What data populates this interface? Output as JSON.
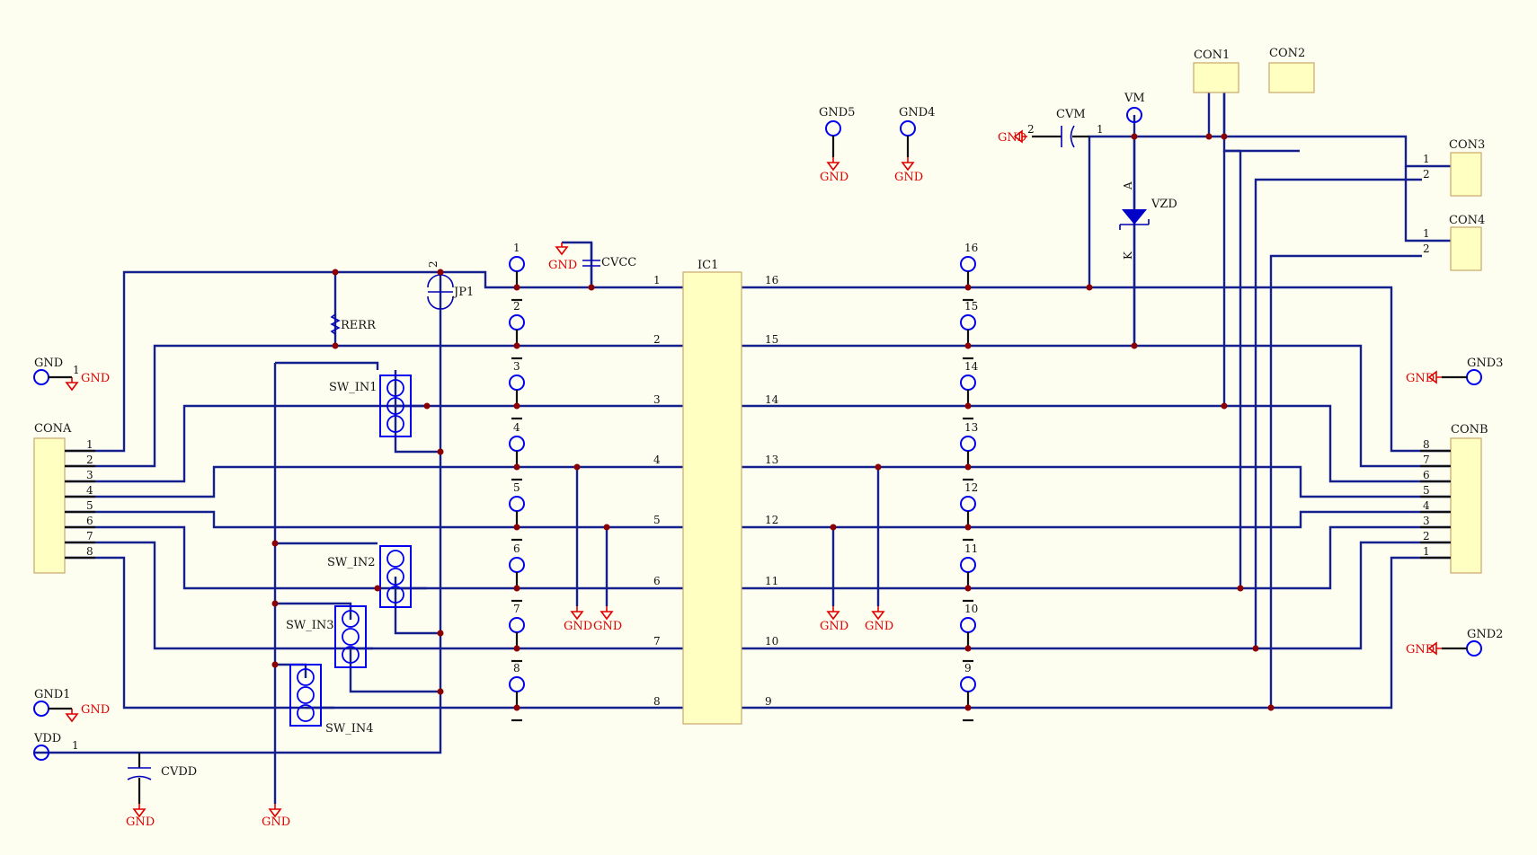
{
  "components": {
    "ic": "IC1",
    "cona": "CONA",
    "conb": "CONB",
    "con1": "CON1",
    "con2": "CON2",
    "con3": "CON3",
    "con4": "CON4",
    "cvcc": "CVCC",
    "cvm": "CVM",
    "cvdd": "CVDD",
    "vm": "VM",
    "vzd": "VZD",
    "jp1": "JP1",
    "rerr": "RERR",
    "sw_in1": "SW_IN1",
    "sw_in2": "SW_IN2",
    "sw_in3": "SW_IN3",
    "sw_in4": "SW_IN4",
    "vdd": "VDD",
    "gnd_pad": "GND",
    "gnd1": "GND1",
    "gnd2": "GND2",
    "gnd3": "GND3",
    "gnd4": "GND4",
    "gnd5": "GND5"
  },
  "ground_label": "GND",
  "diode_pins": {
    "anode": "A",
    "cathode": "K"
  },
  "ic_left_pins": [
    "1",
    "2",
    "3",
    "4",
    "5",
    "6",
    "7",
    "8"
  ],
  "ic_right_pins": [
    "16",
    "15",
    "14",
    "13",
    "12",
    "11",
    "10",
    "9"
  ],
  "cona_pins": [
    "1",
    "2",
    "3",
    "4",
    "5",
    "6",
    "7",
    "8"
  ],
  "conb_pins": [
    "8",
    "7",
    "6",
    "5",
    "4",
    "3",
    "2",
    "1"
  ],
  "left_testpoints": [
    "1",
    "2",
    "3",
    "4",
    "5",
    "6",
    "7",
    "8"
  ],
  "right_testpoints": [
    "16",
    "15",
    "14",
    "13",
    "12",
    "11",
    "10",
    "9"
  ],
  "small_pins": {
    "one": "1",
    "two": "2",
    "three": "3"
  },
  "colors": {
    "wire": "#15208f",
    "ground": "#e00000",
    "junction": "#8b0000",
    "body": "#ffffc2"
  }
}
